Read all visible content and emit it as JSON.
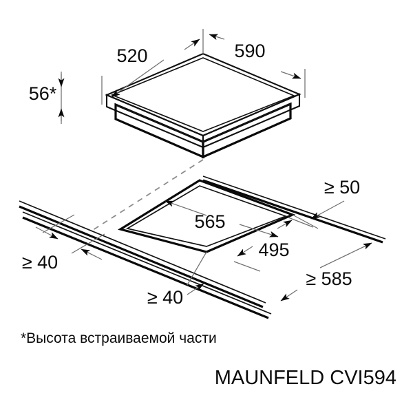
{
  "drawing": {
    "title_note": "*Высота встраиваемой части",
    "model_label": "MAUNFELD CVI594",
    "appliance": "built-in induction cooktop installation diagram",
    "dimensions": {
      "hob_depth": "520",
      "hob_width": "590",
      "hob_height": "56*",
      "cutout_width": "565",
      "cutout_depth": "495",
      "clearance_rear": "≥ 50",
      "clearance_left": "≥ 40",
      "clearance_front": "≥ 40",
      "worktop_min_depth": "≥ 585"
    },
    "colors": {
      "line": "#0a0a0a",
      "dimension_line": "#6f6f6f",
      "projection_dashed": "#8d8d8d",
      "background": "#ffffff"
    }
  }
}
